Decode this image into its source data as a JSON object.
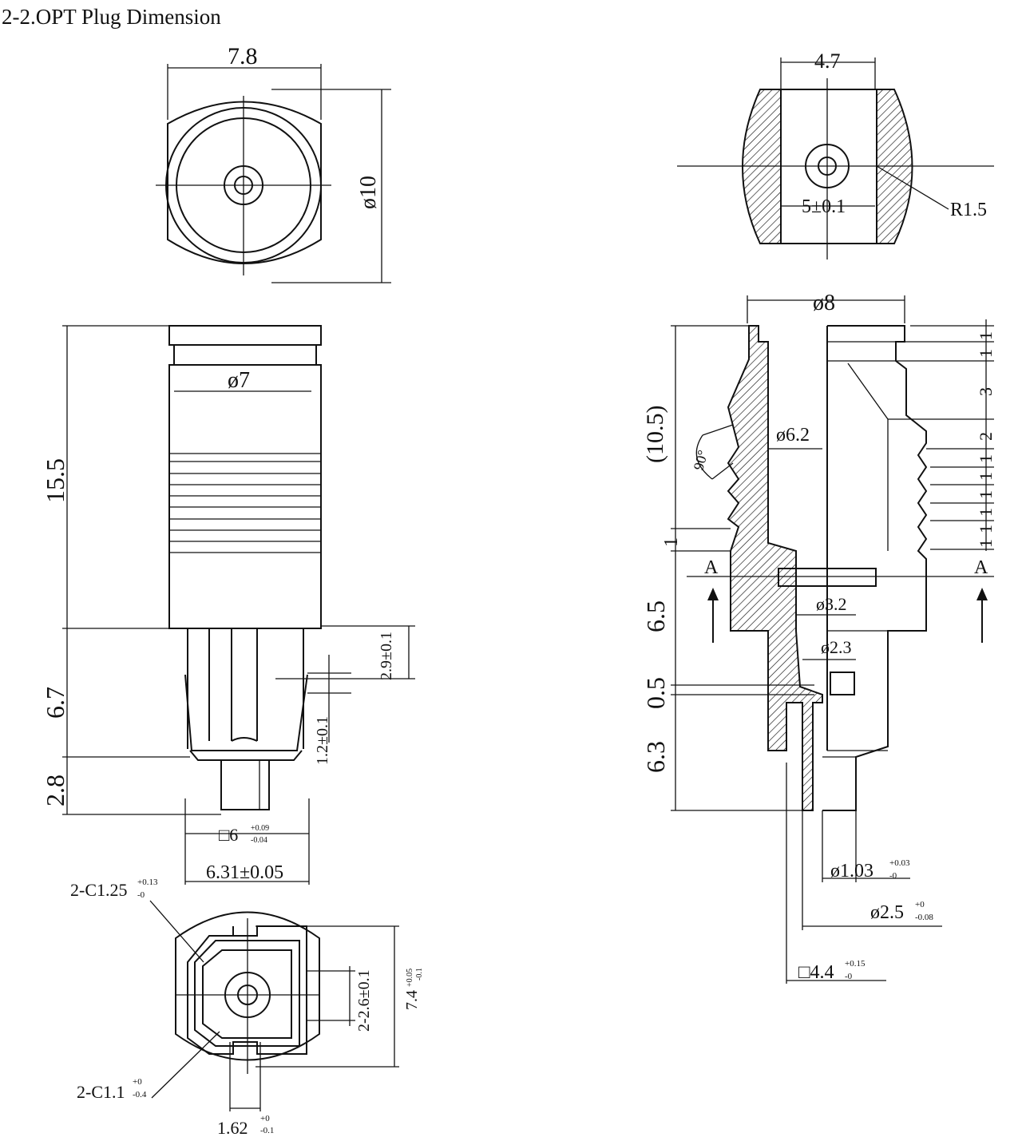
{
  "title": "2-2.OPT Plug Dimension",
  "views": {
    "front_top": {
      "width": "7.8",
      "dia": "ø10"
    },
    "side": {
      "dia7": "ø7",
      "len_15_5": "15.5",
      "len_6_7": "6.7",
      "len_2_8": "2.8",
      "d_2_9": "2.9±0.1",
      "d_1_2": "1.2±0.1",
      "sq6": "□6",
      "sq6_tol_plus": "+0.09",
      "sq6_tol_minus": "-0.04",
      "w_6_31": "6.31±0.05"
    },
    "end": {
      "c125": "2-C1.25",
      "c125_plus": "+0.13",
      "c125_minus": "-0",
      "c11": "2-C1.1",
      "c11_plus": "+0",
      "c11_minus": "-0.4",
      "d26": "2-2.6±0.1",
      "d74": "7.4",
      "d74_plus": "+0.05",
      "d74_minus": "-0.1",
      "d162": "1.62",
      "d162_plus": "+0",
      "d162_minus": "-0.1"
    },
    "section_top": {
      "w47": "4.7",
      "w5": "5±0.1",
      "r15": "R1.5"
    },
    "section": {
      "dia8": "ø8",
      "len10_5": "(10.5)",
      "ang90": "90°",
      "dia6_2": "ø6.2",
      "len1": "1",
      "sec_a_left": "A",
      "sec_a_right": "A",
      "dia3_2": "ø3.2",
      "dia2_3": "ø2.3",
      "len6_5": "6.5",
      "len0_5": "0.5",
      "len6_3": "6.3",
      "dia1_03": "ø1.03",
      "dia1_03_plus": "+0.03",
      "dia1_03_minus": "-0",
      "dia2_5": "ø2.5",
      "dia2_5_plus": "+0",
      "dia2_5_minus": "-0.08",
      "sq4_4": "□4.4",
      "sq4_4_plus": "+0.15",
      "sq4_4_minus": "-0",
      "right_dims": [
        "1",
        "1",
        "3",
        "2",
        "1",
        "1",
        "1",
        "1",
        "1",
        "1"
      ]
    }
  }
}
